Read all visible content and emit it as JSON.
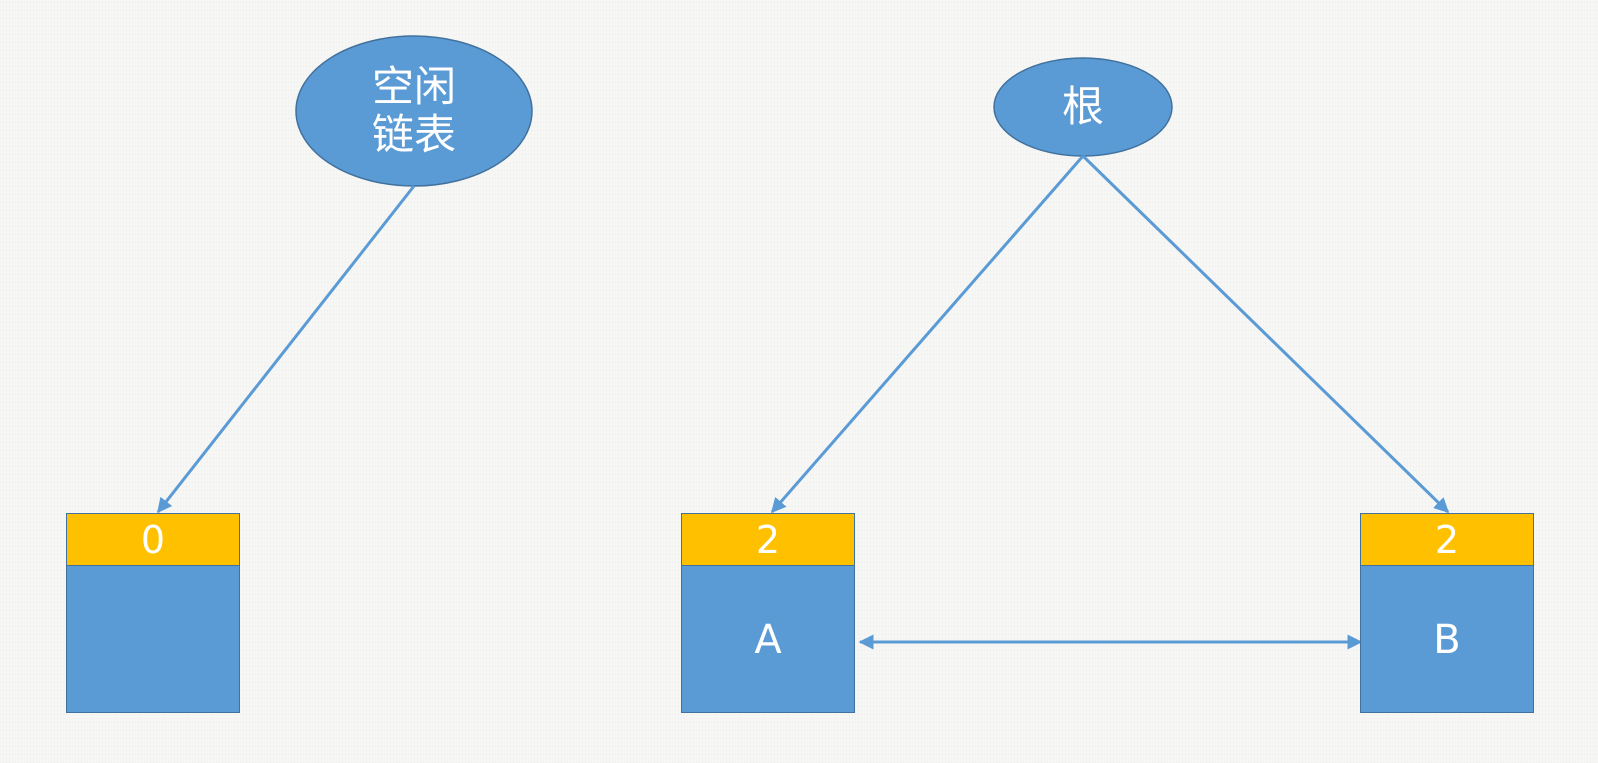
{
  "nodes": {
    "free_list": {
      "label": "空闲\n链表"
    },
    "root": {
      "label": "根"
    }
  },
  "blocks": {
    "free_block": {
      "count": "0",
      "content": ""
    },
    "block_a": {
      "count": "2",
      "content": "A"
    },
    "block_b": {
      "count": "2",
      "content": "B"
    }
  },
  "colors": {
    "node_fill": "#5b9bd5",
    "node_stroke": "#41719c",
    "header_fill": "#ffc000",
    "arrow": "#5b9bd5"
  }
}
